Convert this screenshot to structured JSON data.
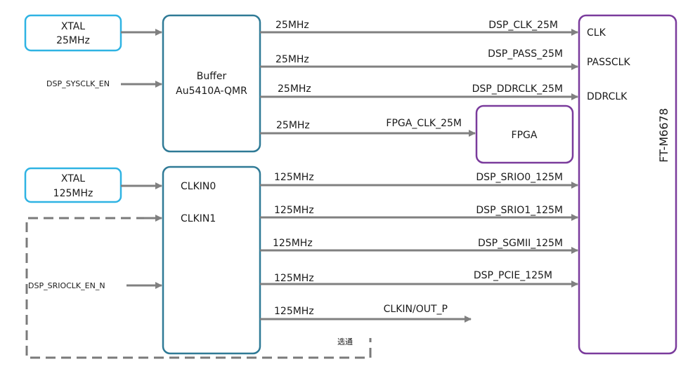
{
  "xtal_25": {
    "line1": "XTAL",
    "line2": "25MHz"
  },
  "xtal_125": {
    "line1": "XTAL",
    "line2": "125MHz"
  },
  "buffer": {
    "line1": "Buffer",
    "line2": "Au5410A-QMR"
  },
  "clkin_block": {
    "clkin0": "CLKIN0",
    "clkin1": "CLKIN1"
  },
  "inputs": {
    "sysclk_en": "DSP_SYSCLK_EN",
    "srioclk_en": "DSP_SRIOCLK_EN_N"
  },
  "fpga": {
    "label": "FPGA"
  },
  "dsp": {
    "name": "FT-M6678",
    "pins": {
      "clk": "CLK",
      "passclk": "PASSCLK",
      "ddrclk": "DDRCLK"
    }
  },
  "signals": {
    "s1": {
      "freq": "25MHz",
      "name": "DSP_CLK_25M"
    },
    "s2": {
      "freq": "25MHz",
      "name": "DSP_PASS_25M"
    },
    "s3": {
      "freq": "25MHz",
      "name": "DSP_DDRCLK_25M"
    },
    "s4": {
      "freq": "25MHz",
      "name": "FPGA_CLK_25M"
    },
    "s5": {
      "freq": "125MHz",
      "name": "DSP_SRIO0_125M"
    },
    "s6": {
      "freq": "125MHz",
      "name": "DSP_SRIO1_125M"
    },
    "s7": {
      "freq": "125MHz",
      "name": "DSP_SGMII_125M"
    },
    "s8": {
      "freq": "125MHz",
      "name": "DSP_PCIE_125M"
    },
    "s9": {
      "freq": "125MHz",
      "name": "CLKIN/OUT_P"
    }
  },
  "optional_note": "选通",
  "colors": {
    "xtal": "#2fb3e3",
    "buffer": "#2f7a96",
    "dsp": "#7a3b9c",
    "line": "#808080"
  }
}
